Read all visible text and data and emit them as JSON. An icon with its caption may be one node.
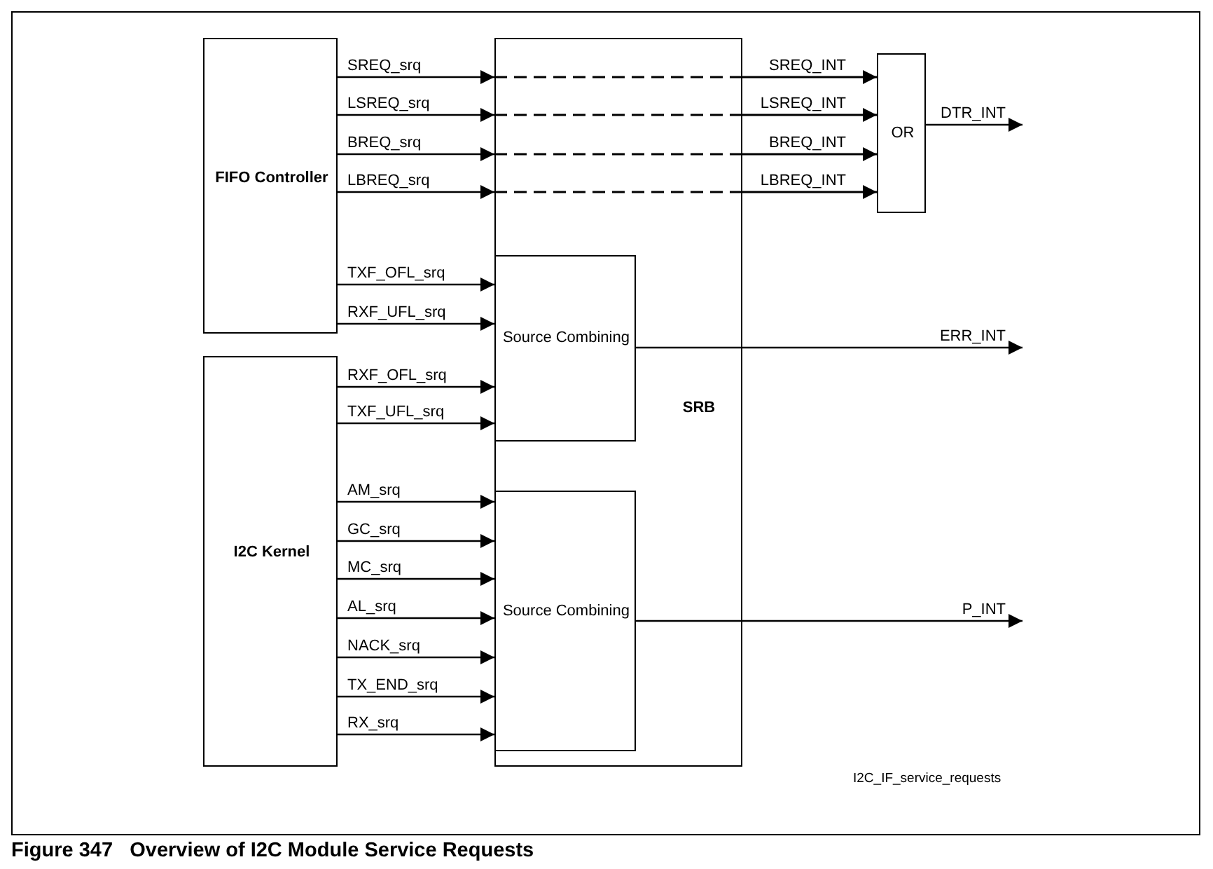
{
  "diagram": {
    "caption": "Figure 347   Overview of I2C Module Service Requests",
    "nodes": [
      {
        "text": [
          "FIFO Controller"
        ]
      },
      {
        "text": [
          "I2C Kernel"
        ]
      },
      {
        "text": [
          "SRB"
        ]
      },
      {
        "text": [
          "Source Combining"
        ],
        "in": 2
      },
      {
        "text": [
          "Source Combining"
        ],
        "in": 2
      },
      {
        "text": [
          "OR"
        ]
      }
    ],
    "edges": [
      {
        "from": 0,
        "to": 2,
        "arrow": "to",
        "label": "SREQ_srq"
      },
      {
        "from": 0,
        "to": 2,
        "arrow": "to",
        "label": "LSREQ_srq"
      },
      {
        "from": 0,
        "to": 2,
        "arrow": "to",
        "label": "BREQ_srq"
      },
      {
        "from": 0,
        "to": 2,
        "arrow": "to",
        "label": "LBREQ_srq"
      },
      {
        "from": 2,
        "to": 5,
        "arrow": "to",
        "label": "SREQ_INT",
        "style": "dashed"
      },
      {
        "from": 2,
        "to": 5,
        "arrow": "to",
        "label": "LSREQ_INT",
        "style": "dashed"
      },
      {
        "from": 2,
        "to": 5,
        "arrow": "to",
        "label": "BREQ_INT",
        "style": "dashed"
      },
      {
        "from": 2,
        "to": 5,
        "arrow": "to",
        "label": "LBREQ_INT",
        "style": "dashed"
      },
      {
        "from": 5,
        "to": null,
        "arrow": "to",
        "label": "DTR_INT"
      },
      {
        "from": 0,
        "to": 3,
        "arrow": "to",
        "label": "TXF_OFL_srq"
      },
      {
        "from": 0,
        "to": 3,
        "arrow": "to",
        "label": "RXF_UFL_srq"
      },
      {
        "from": 1,
        "to": 3,
        "arrow": "to",
        "label": "RXF_OFL_srq"
      },
      {
        "from": 1,
        "to": 3,
        "arrow": "to",
        "label": "TXF_UFL_srq"
      },
      {
        "from": 3,
        "to": null,
        "arrow": "to",
        "label": "ERR_INT"
      },
      {
        "from": 1,
        "to": 4,
        "arrow": "to",
        "label": "AM_srq"
      },
      {
        "from": 1,
        "to": 4,
        "arrow": "to",
        "label": "GC_srq"
      },
      {
        "from": 1,
        "to": 4,
        "arrow": "to",
        "label": "MC_srq"
      },
      {
        "from": 1,
        "to": 4,
        "arrow": "to",
        "label": "AL_srq"
      },
      {
        "from": 1,
        "to": 4,
        "arrow": "to",
        "label": "NACK_srq"
      },
      {
        "from": 1,
        "to": 4,
        "arrow": "to",
        "label": "TX_END_srq"
      },
      {
        "from": 1,
        "to": 4,
        "arrow": "to",
        "label": "RX_srq"
      },
      {
        "from": 4,
        "to": null,
        "arrow": "to",
        "label": "P_INT"
      }
    ],
    "labels": [
      "I2C_IF_service_requests"
    ]
  }
}
